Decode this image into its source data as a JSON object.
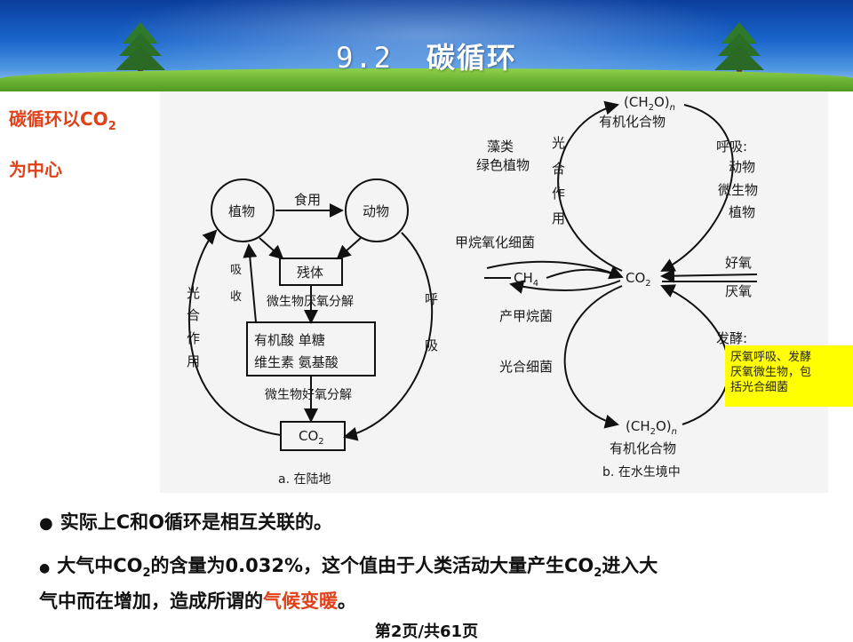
{
  "slide": {
    "title_number": "9.2",
    "title_text": "碳循环"
  },
  "left_caption": {
    "line1_prefix": "碳循环以CO",
    "line1_sub": "2",
    "line2": "为中心"
  },
  "diagram_a": {
    "plant": "植物",
    "animal": "动物",
    "eat": "食用",
    "residue": "残体",
    "absorb_1": "吸",
    "absorb_2": "收",
    "photo_1": "光",
    "photo_2": "合",
    "photo_3": "作",
    "photo_4": "用",
    "resp_1": "呼",
    "resp_2": "吸",
    "anaerobic": "微生物厌氧分解",
    "box_1": "有机酸  单糖",
    "box_2": "维生素  氨基酸",
    "aerobic": "微生物好氧分解",
    "co2": "CO",
    "co2_sub": "2",
    "caption": "a. 在陆地"
  },
  "diagram_b": {
    "top_formula": "(CH",
    "top_formula_2": "O)",
    "top_formula_n": "n",
    "top_label": "有机化合物",
    "algae_1": "藻类",
    "algae_2": "绿色植物",
    "photo_1": "光",
    "photo_2": "合",
    "photo_3": "作",
    "photo_4": "用",
    "resp_title": "呼吸:",
    "resp_1": "动物",
    "resp_2": "微生物",
    "resp_3": "植物",
    "methane_ox": "甲烷氧化细菌",
    "ch4": "CH",
    "ch4_sub": "4",
    "co2": "CO",
    "co2_sub": "2",
    "aerobic": "好氧",
    "anaerobic": "厌氧",
    "methanogen": "产甲烷菌",
    "ferment": "发酵:",
    "photo_bact": "光合细菌",
    "bottom_formula": "(CH",
    "bottom_formula_2": "O)",
    "bottom_formula_n": "n",
    "bottom_label": "有机化合物",
    "caption": "b. 在水生境中"
  },
  "note": {
    "line1": "厌氧呼吸、发酵",
    "line2": "厌氧微生物，包",
    "line3": "括光合细菌"
  },
  "bullets": {
    "b1": "实际上C和O循环是相互关联的。",
    "b2_a": "大气中CO",
    "b2_sub1": "2",
    "b2_b": "的含量为0.032%，这个值由于人类活动大量产生CO",
    "b2_sub2": "2",
    "b2_c": "进入大",
    "b3_a": "气中而在增加，造成所谓的",
    "b3_red": "气候变暖",
    "b3_c": "。"
  },
  "footer": {
    "prefix": "第",
    "page": "2",
    "mid": "页/共",
    "total": "61",
    "suffix": "页"
  },
  "colors": {
    "accent_red": "#e0401a",
    "note_yellow": "#ffff00",
    "header_blue": "#1a66cc"
  }
}
